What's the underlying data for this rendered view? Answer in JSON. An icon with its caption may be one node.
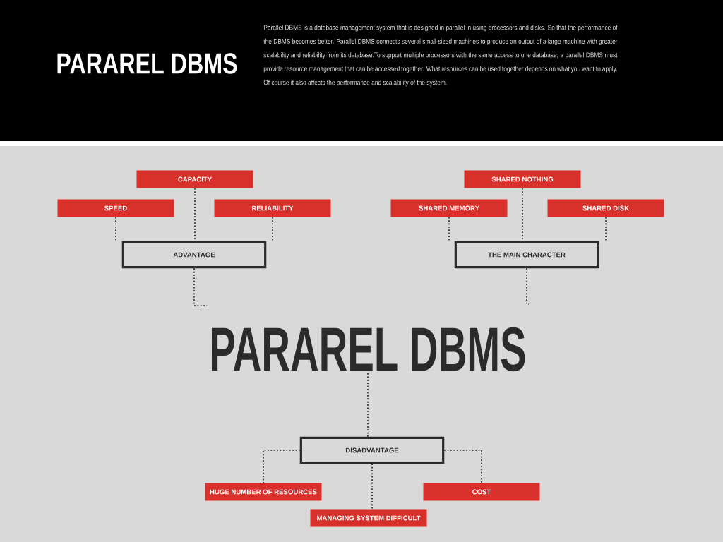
{
  "diagram": {
    "title": "PARAREL DBMS",
    "nodes": [
      {
        "text": [
          "CAPACITY"
        ]
      },
      {
        "text": [
          "SPEED"
        ]
      },
      {
        "text": [
          "RELIABILITY"
        ]
      },
      {
        "text": [
          "ADVANTAGE"
        ]
      },
      {
        "text": [
          "SHARED NOTHING"
        ]
      },
      {
        "text": [
          "SHARED MEMORY"
        ]
      },
      {
        "text": [
          "SHARED DISK"
        ]
      },
      {
        "text": [
          "THE MAIN CHARACTER"
        ]
      },
      {
        "text": [
          "PARAREL DBMS"
        ]
      },
      {
        "text": [
          "DISADVANTAGE"
        ]
      },
      {
        "text": [
          "HUGE NUMBER OF RESOURCES"
        ]
      },
      {
        "text": [
          "COST"
        ]
      },
      {
        "text": [
          "MANAGING SYSTEM DIFFICULT"
        ]
      }
    ],
    "edges": [
      {
        "from": 1,
        "to": 3,
        "arrow": "none"
      },
      {
        "from": 0,
        "to": 3,
        "arrow": "none"
      },
      {
        "from": 2,
        "to": 3,
        "arrow": "none"
      },
      {
        "from": 5,
        "to": 7,
        "arrow": "none"
      },
      {
        "from": 4,
        "to": 7,
        "arrow": "none"
      },
      {
        "from": 6,
        "to": 7,
        "arrow": "none"
      },
      {
        "from": 3,
        "to": 8,
        "arrow": "none"
      },
      {
        "from": 7,
        "to": 8,
        "arrow": "none"
      },
      {
        "from": 8,
        "to": 9,
        "arrow": "none"
      },
      {
        "from": 9,
        "to": 10,
        "arrow": "none"
      },
      {
        "from": 9,
        "to": 11,
        "arrow": "none"
      },
      {
        "from": 9,
        "to": 12,
        "arrow": "none"
      }
    ],
    "labels": [
      "Parallel DBMS is a database management system that is designed in parallel in using processors and disks. So that the performance of the DBMS becomes better. Parallel DBMS connects several small-sized machines to produce an output of a large machine with greater scalability and reliability from its database.To support multiple processors with the same access to one database, a parallel DBMS must provide resource management that can be accessed together. What resources can be used together depends on what you want to apply. Of course it also affects the performance and scalability of the system."
    ]
  }
}
